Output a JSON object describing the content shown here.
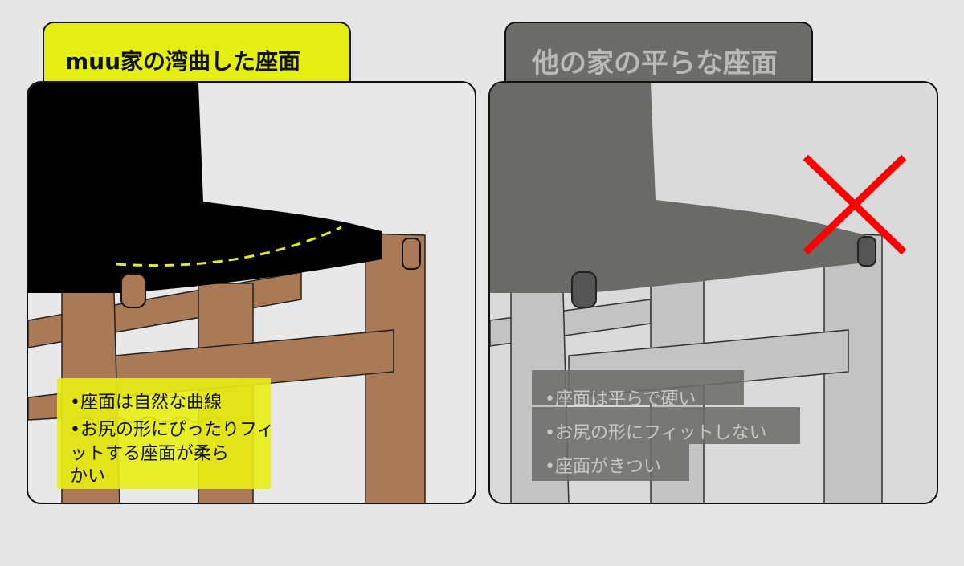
{
  "left_panel": {
    "title": "muu家の湾曲した座面",
    "bullets": [
      "•座面は自然な曲線",
      "•お尻の形にぴったりフィ",
      "ットする座面が柔ら",
      "かい"
    ]
  },
  "right_panel": {
    "title": "他の家の平らな座面",
    "bullets": [
      "•座面は平らで硬い",
      "•お尻の形にフィットしない",
      "•座面がきつい"
    ]
  },
  "colors": {
    "accent_yellow": "#e5ee12",
    "wood": "#a97a55",
    "seat": "#000000",
    "gray_tab": "#6c6d6b",
    "cross": "#ff0000"
  }
}
